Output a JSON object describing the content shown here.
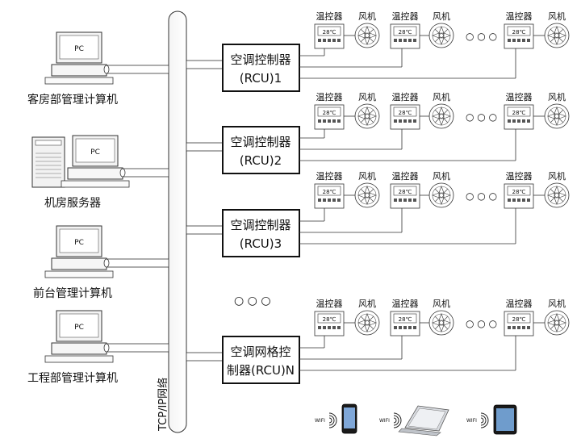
{
  "computers": [
    {
      "label": "客房部管理计算机",
      "screen": "PC"
    },
    {
      "label": "机房服务器",
      "screen": "PC"
    },
    {
      "label": "前台管理计算机",
      "screen": "PC"
    },
    {
      "label": "工程部管理计算机",
      "screen": "PC"
    }
  ],
  "network_label": "TCP/IP网络",
  "controllers": [
    {
      "line1": "空调控制器",
      "line2": "(RCU)1"
    },
    {
      "line1": "空调控制器",
      "line2": "(RCU)2"
    },
    {
      "line1": "空调控制器",
      "line2": "(RCU)3"
    },
    {
      "line1": "空调网格控",
      "line2": "制器(RCU)N"
    }
  ],
  "thermostat_label": "温控器",
  "fan_label": "风机",
  "thermostat_display": "28℃",
  "ellipsis": "○ ○ ○",
  "wifi_label": "WIFI",
  "mobile_devices": [
    "smartphone",
    "laptop",
    "tablet"
  ]
}
